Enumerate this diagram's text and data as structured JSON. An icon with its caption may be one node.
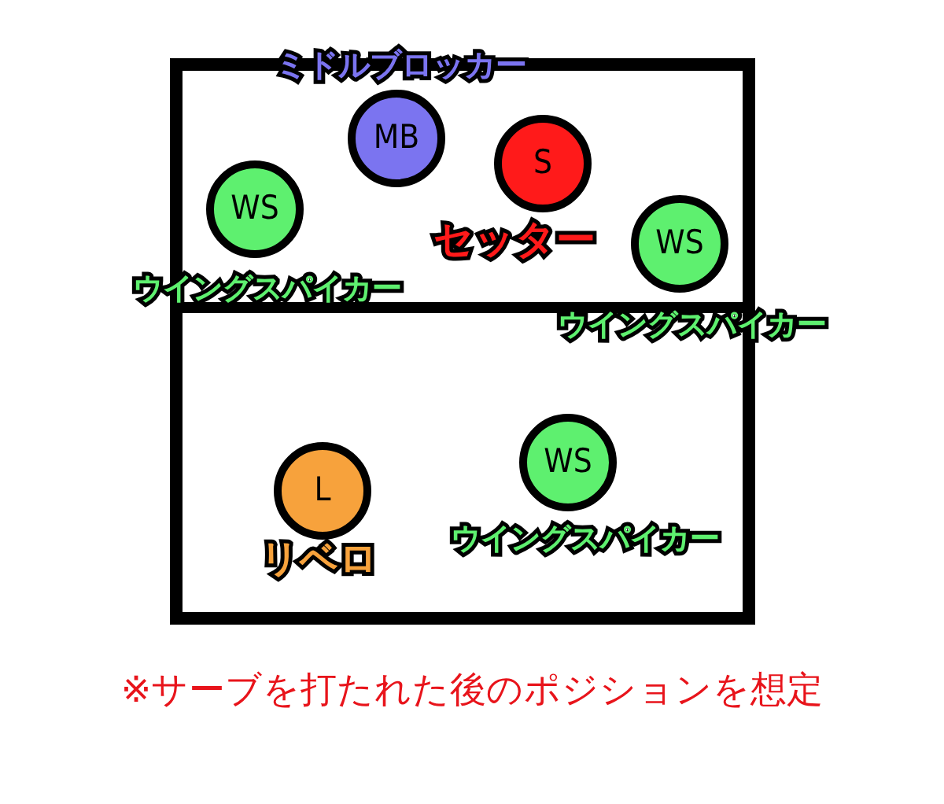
{
  "diagram": {
    "nodes": [
      {
        "text": [],
        "shape": "box"
      },
      {
        "text": [
          "MB"
        ],
        "beside": [
          "ミドルブロッカー"
        ],
        "in": 0
      },
      {
        "text": [
          "S"
        ],
        "beside": [
          "セッター"
        ],
        "in": 0
      },
      {
        "text": [
          "WS"
        ],
        "beside": [
          "ウイングスパイカー"
        ],
        "in": 0
      },
      {
        "text": [
          "WS"
        ],
        "beside": [
          "ウイングスパイカー"
        ],
        "in": 0
      },
      {
        "text": [
          "L"
        ],
        "beside": [
          "リベロ"
        ],
        "in": 0
      },
      {
        "text": [
          "WS"
        ],
        "beside": [
          "ウイングスパイカー"
        ],
        "in": 0
      }
    ],
    "edges": [],
    "labels": [
      "※サーブを打たれた後のポジションを想定"
    ]
  }
}
